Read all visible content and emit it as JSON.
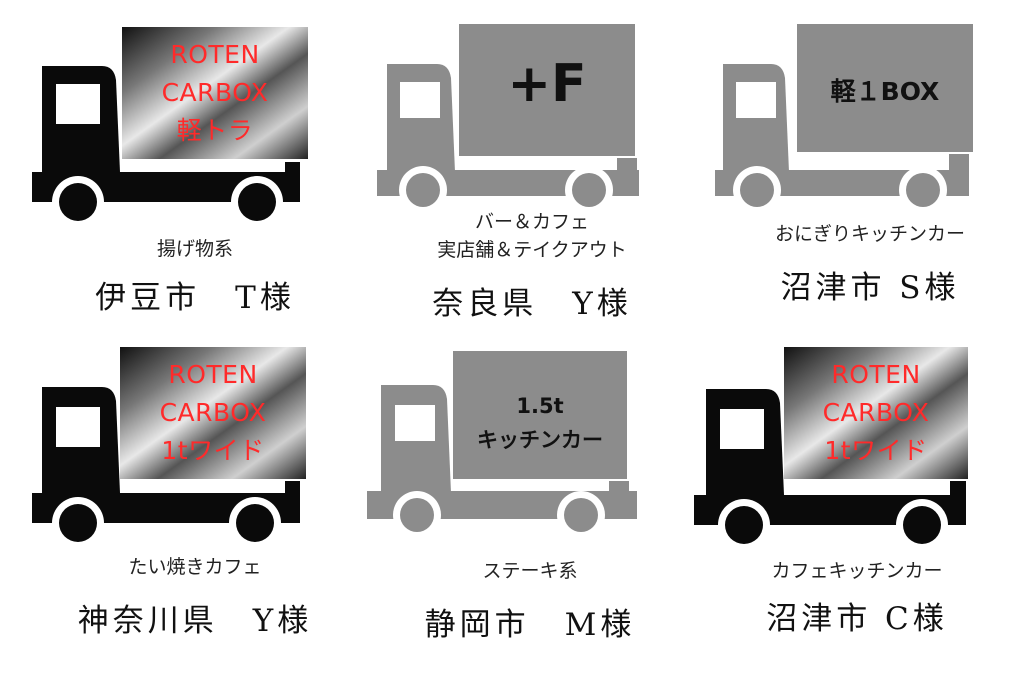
{
  "colors": {
    "black_truck": "#0a0a0a",
    "gray_truck": "#8c8c8c",
    "brand_text": "#ff2a2a"
  },
  "cards": [
    {
      "label_lines": [
        "ROTEN",
        "CARBOX",
        "軽トラ"
      ],
      "sub_lines": [
        "揚げ物系"
      ],
      "client": "伊豆市　T様"
    },
    {
      "label_lines": [
        "+F"
      ],
      "sub_lines": [
        "バー＆カフェ",
        "実店舗＆テイクアウト"
      ],
      "client": "奈良県　Y様"
    },
    {
      "label_lines": [
        "軽１BOX"
      ],
      "sub_lines": [
        "おにぎりキッチンカー"
      ],
      "client": "沼津市 S様"
    },
    {
      "label_lines": [
        "ROTEN",
        "CARBOX",
        "1tワイド"
      ],
      "sub_lines": [
        "たい焼きカフェ"
      ],
      "client": "神奈川県　Y様"
    },
    {
      "label_lines": [
        "1.5t",
        "キッチンカー"
      ],
      "sub_lines": [
        "ステーキ系"
      ],
      "client": "静岡市　M様"
    },
    {
      "label_lines": [
        "ROTEN",
        "CARBOX",
        "1tワイド"
      ],
      "sub_lines": [
        "カフェキッチンカー"
      ],
      "client": "沼津市 C様"
    }
  ]
}
